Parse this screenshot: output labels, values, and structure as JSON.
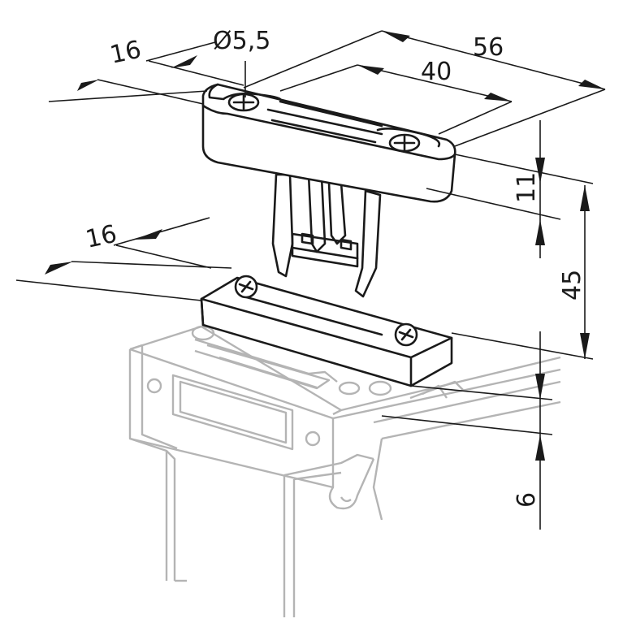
{
  "dimensions": {
    "top_left_width": "16",
    "hole_diameter": "Ø5,5",
    "total_length": "56",
    "hole_spacing": "40",
    "actuator_height": "11",
    "total_height": "45",
    "bottom_left_width": "16",
    "bottom_height": "6"
  },
  "colors": {
    "line": "#1a1a1a",
    "ghost": "#b4b4b4"
  }
}
